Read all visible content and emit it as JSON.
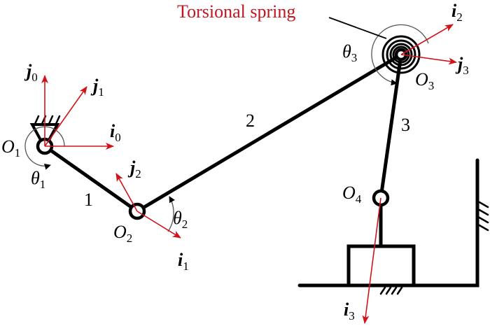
{
  "title_annotation": "Torsional spring",
  "colors": {
    "vector": "#d0121b",
    "annotation": "#c0141e",
    "link": "#000000"
  },
  "joints": [
    {
      "name": "O",
      "sub": "1"
    },
    {
      "name": "O",
      "sub": "2"
    },
    {
      "name": "O",
      "sub": "3"
    },
    {
      "name": "O",
      "sub": "4"
    }
  ],
  "links": [
    {
      "label": "1"
    },
    {
      "label": "2"
    },
    {
      "label": "3"
    }
  ],
  "angles": [
    {
      "name": "θ",
      "sub": "1"
    },
    {
      "name": "θ",
      "sub": "2"
    },
    {
      "name": "θ",
      "sub": "3"
    }
  ],
  "vectors": {
    "i0": {
      "name": "i",
      "sub": "0"
    },
    "j0": {
      "name": "j",
      "sub": "0"
    },
    "j1": {
      "name": "j",
      "sub": "1"
    },
    "i1": {
      "name": "i",
      "sub": "1"
    },
    "j2": {
      "name": "j",
      "sub": "2"
    },
    "i2": {
      "name": "i",
      "sub": "2"
    },
    "j3": {
      "name": "j",
      "sub": "3"
    },
    "i3": {
      "name": "i",
      "sub": "3"
    }
  }
}
